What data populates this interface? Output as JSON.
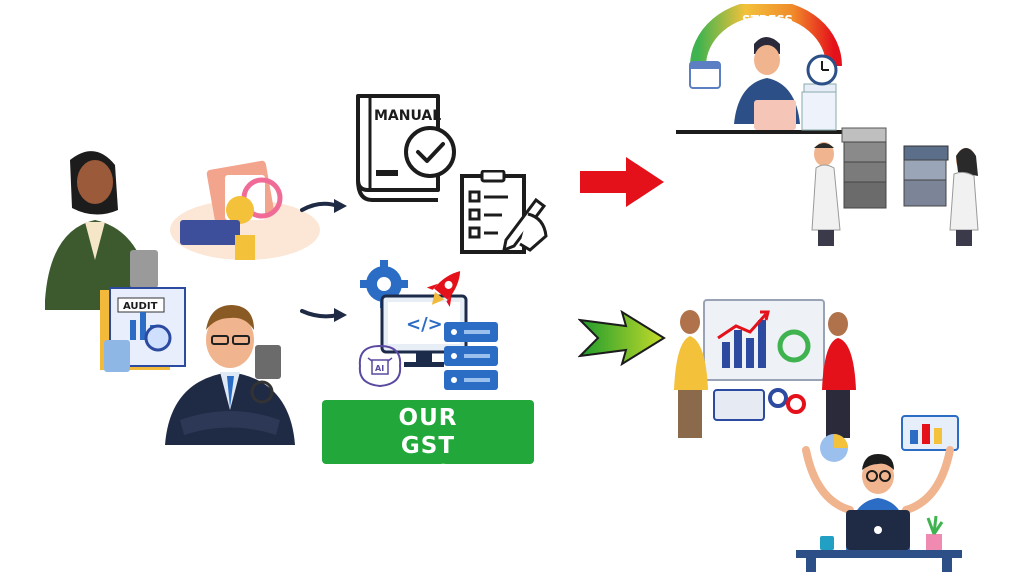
{
  "labels": {
    "audit": "AUDIT",
    "manual": "MANUAL",
    "stress": "STRESS",
    "code": "</>",
    "ai": "AI"
  },
  "cta": {
    "line1": "OUR",
    "line2": "GST ANALYSER>"
  },
  "colors": {
    "green": "#22a83a",
    "red_arrow": "#e4101a",
    "navy_arrow": "#1f2a44",
    "blue": "#2b6cc4"
  }
}
